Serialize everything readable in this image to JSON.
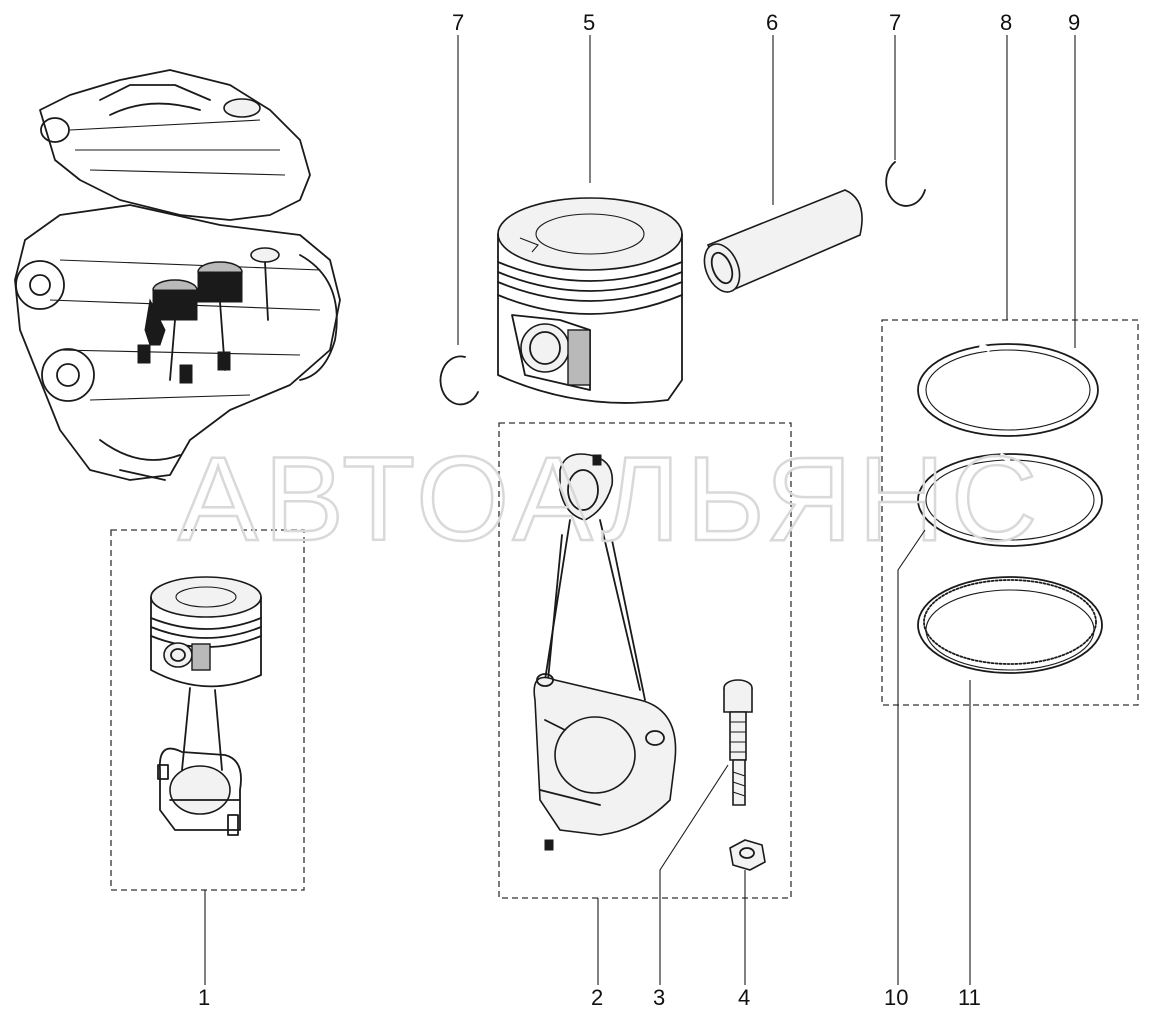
{
  "watermark": "АВТОАЛЬЯНС",
  "callouts": {
    "c1": "1",
    "c2": "2",
    "c3": "3",
    "c4": "4",
    "c5": "5",
    "c6": "6",
    "c7a": "7",
    "c7b": "7",
    "c8": "8",
    "c9": "9",
    "c10": "10",
    "c11": "11"
  },
  "colors": {
    "ink": "#1a1a1a",
    "watermark": "#d9d9d9",
    "background": "#ffffff"
  }
}
